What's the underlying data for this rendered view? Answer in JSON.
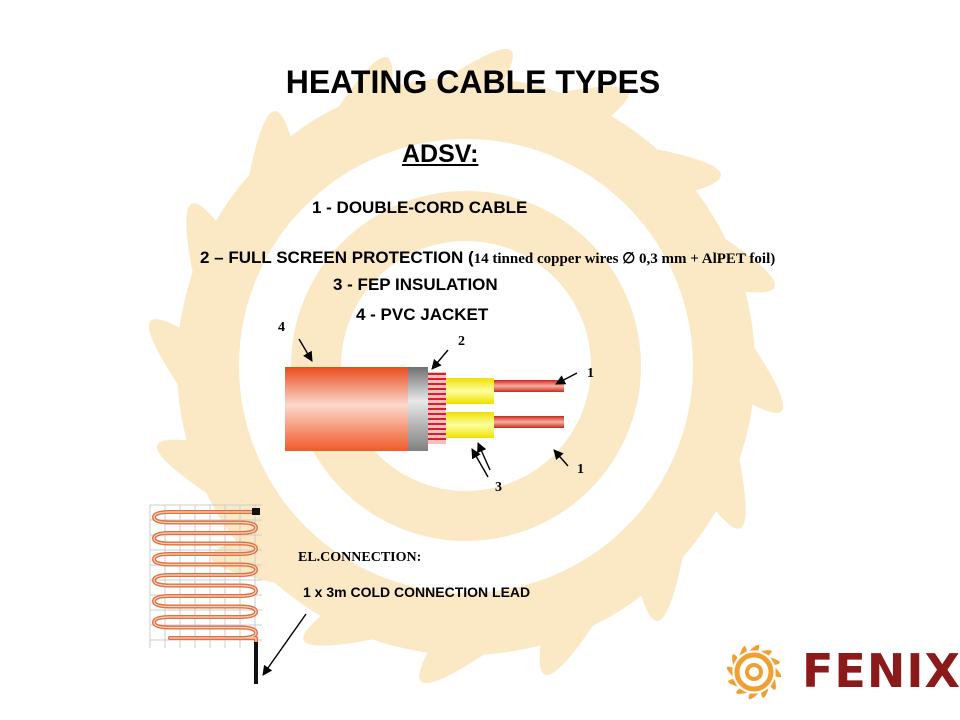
{
  "title": "HEATING CABLE TYPES",
  "subtitle": "ADSV:",
  "items": {
    "item1": "1 - DOUBLE-CORD CABLE",
    "item2_main": "2 – FULL SCREEN PROTECTION (",
    "item2_detail": "14 tinned copper wires ∅ 0,3 mm + AlPET foil)",
    "item3": "3 - FEP INSULATION",
    "item4": "4 - PVC JACKET"
  },
  "callouts": {
    "n4": "4",
    "n2": "2",
    "n1_top": "1",
    "n1_bottom": "1",
    "n3": "3"
  },
  "connection": {
    "heading": "EL.CONNECTION:",
    "lead": "1 x 3m COLD CONNECTION LEAD"
  },
  "logo": {
    "brand": "FENIX",
    "brand_color": "#8b1a1a",
    "sun_color": "#f0a030",
    "icon": "sun-logo-icon"
  },
  "colors": {
    "jacket": "#f05a28",
    "fep_insulation": "#ffff33",
    "core": "#d8382a",
    "screen": "#a0a0a0",
    "watermark": "#fbe8c4"
  }
}
